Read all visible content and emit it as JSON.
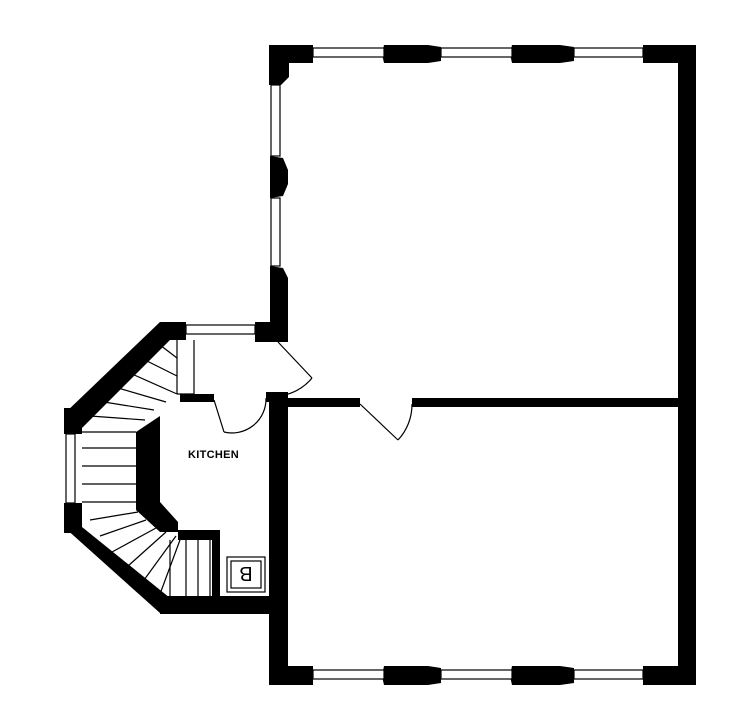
{
  "floorplan": {
    "rooms": [
      {
        "id": "upper-room",
        "label": ""
      },
      {
        "id": "lower-room",
        "label": ""
      },
      {
        "id": "kitchen",
        "label": "KITCHEN"
      }
    ],
    "boiler": {
      "label": "B",
      "rotated": true
    },
    "colors": {
      "wall": "#000000",
      "background": "#ffffff"
    }
  }
}
